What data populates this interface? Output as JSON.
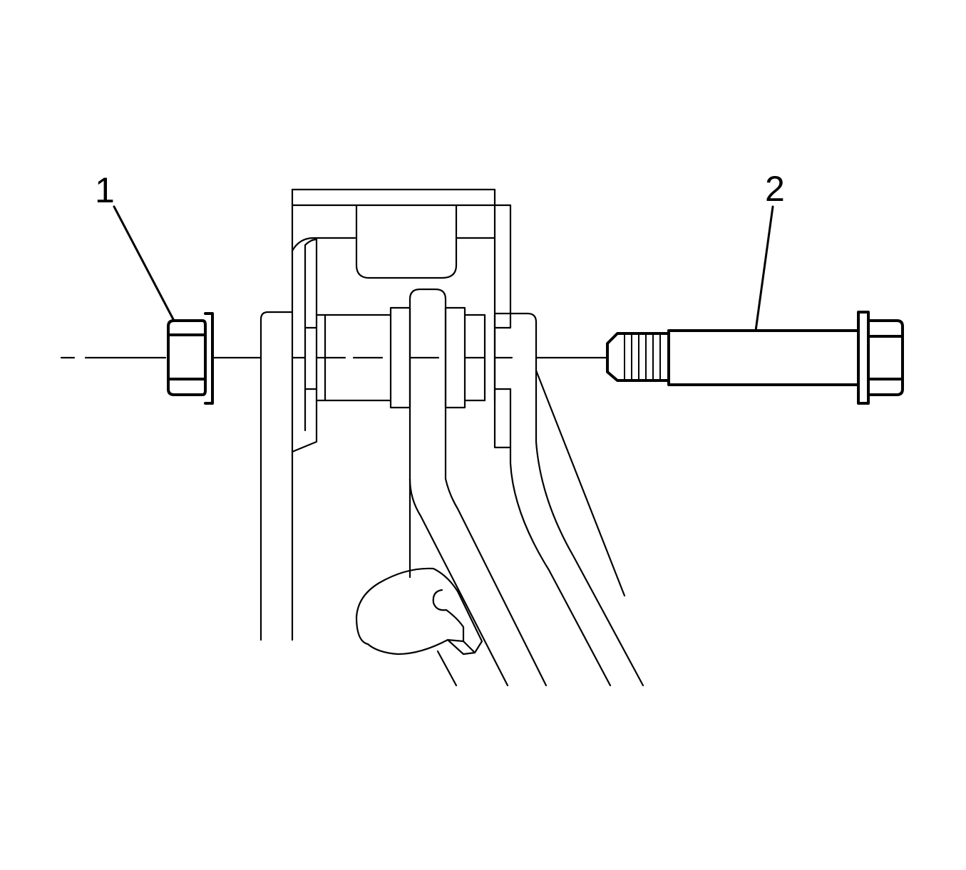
{
  "diagram": {
    "callouts": [
      {
        "label": "1",
        "part": "nut"
      },
      {
        "label": "2",
        "part": "bolt"
      }
    ],
    "colors": {
      "line": "#000000",
      "background": "#ffffff"
    }
  }
}
